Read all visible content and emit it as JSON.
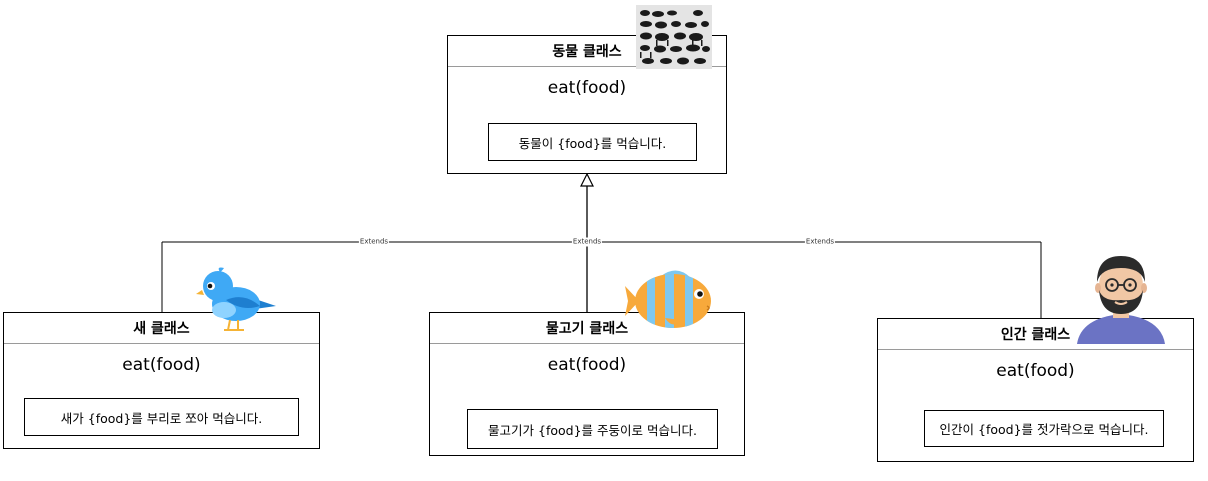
{
  "diagram": {
    "parent": {
      "title": "동물 클래스",
      "method": "eat(food)",
      "impl": "동물이 {food}를 먹습니다.",
      "icon": "animal-silhouettes-image"
    },
    "children": [
      {
        "title": "새 클래스",
        "method": "eat(food)",
        "impl": "새가 {food}를 부리로 쪼아 먹습니다.",
        "icon": "blue-bird-image"
      },
      {
        "title": "물고기 클래스",
        "method": "eat(food)",
        "impl": "물고기가 {food}를 주둥이로 먹습니다.",
        "icon": "striped-fish-image"
      },
      {
        "title": "인간 클래스",
        "method": "eat(food)",
        "impl": "인간이 {food}를 젓가락으로  먹습니다.",
        "icon": "bearded-man-avatar"
      }
    ],
    "relation_label": "Extends",
    "colors": {
      "line": "#000000",
      "divider": "#9a9a9a",
      "bird_blue": "#3fa9f5",
      "fish_orange": "#f7a93b",
      "fish_blue": "#7ec8f0",
      "person_shirt": "#6b73c4"
    }
  }
}
